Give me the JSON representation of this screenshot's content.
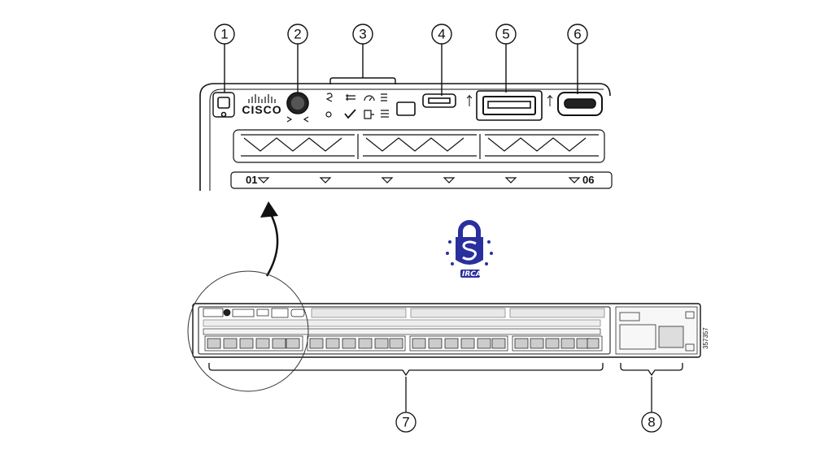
{
  "callouts": [
    {
      "num": "1",
      "target": "mode-button"
    },
    {
      "num": "2",
      "target": "cisco-power-button"
    },
    {
      "num": "3",
      "target": "status-leds"
    },
    {
      "num": "4",
      "target": "usb-mini-console-port"
    },
    {
      "num": "5",
      "target": "usb-type-a-port"
    },
    {
      "num": "6",
      "target": "usb-type-c-port"
    },
    {
      "num": "7",
      "target": "downlink-ports"
    },
    {
      "num": "8",
      "target": "network-module-slot"
    }
  ],
  "panel": {
    "brand": "CISCO",
    "port_first": "01",
    "port_last": "06"
  },
  "watermark": {
    "text": "IRCACI",
    "color": "#2a2f9e"
  },
  "figure_id": "357357"
}
